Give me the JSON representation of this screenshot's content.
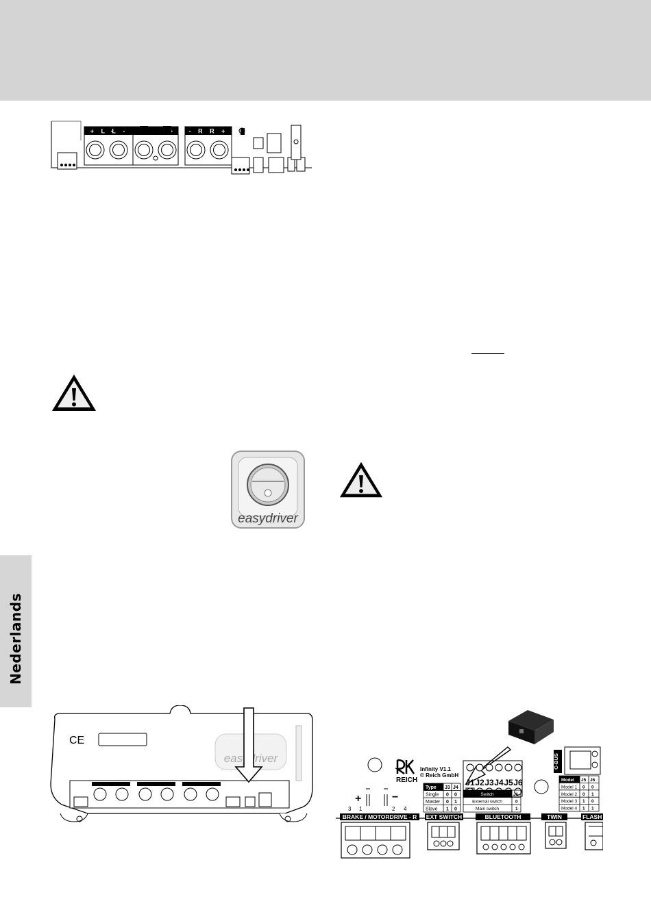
{
  "sidebar": {
    "language_tab": "Nederlands"
  },
  "top_panel": {
    "left_terminal": "+ L L -",
    "middle_terminal": "- +",
    "right_terminal": "- R R +"
  },
  "easydriver_logo": {
    "wordmark": "easydriver"
  },
  "housing": {
    "logo_text": "easydriver",
    "ce_mark": "CE"
  },
  "board": {
    "brand": "REICH",
    "version": "Infinity V1.1",
    "copyright": "© Reich GmbH",
    "jumpers": [
      "J1",
      "J2",
      "J3",
      "J4",
      "J5",
      "J6"
    ],
    "motor_symbols": {
      "plus": "+",
      "minus": "−"
    },
    "pin_numbers": [
      "3",
      "1",
      "2",
      "4"
    ],
    "type_table": {
      "headers": [
        "Type",
        "J3",
        "J4"
      ],
      "rows": [
        [
          "Single",
          "0",
          "0"
        ],
        [
          "Master",
          "0",
          "1"
        ],
        [
          "Slave",
          "1",
          "0"
        ]
      ]
    },
    "switch_table": {
      "headers": [
        "Switch",
        "J1"
      ],
      "rows": [
        [
          "External switch",
          "0"
        ],
        [
          "Main switch",
          "1"
        ]
      ]
    },
    "model_table": {
      "headers": [
        "Model",
        "J5",
        "J6"
      ],
      "rows": [
        [
          "Model 1",
          "0",
          "0"
        ],
        [
          "Model 2",
          "0",
          "1"
        ],
        [
          "Model 3",
          "1",
          "0"
        ],
        [
          "Model 4",
          "1",
          "1"
        ]
      ]
    },
    "connectors": [
      "BRAKE / MOTORDRIVE - R",
      "EXT SWITCH",
      "BLUETOOTH",
      "TWIN",
      "FLASH"
    ],
    "cbus_label": "C-BUS"
  }
}
